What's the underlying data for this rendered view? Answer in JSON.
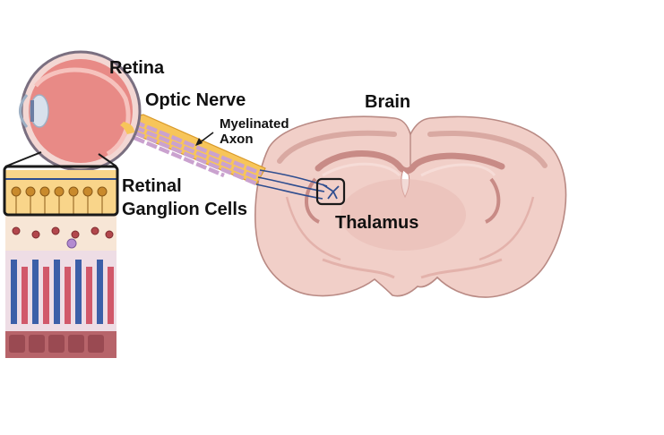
{
  "labels": {
    "retina": "Retina",
    "optic_nerve": "Optic Nerve",
    "myelinated_line1": "Myelinated",
    "myelinated_line2": "Axon",
    "brain": "Brain",
    "rgc_line1": "Retinal",
    "rgc_line2": "Ganglion Cells",
    "thalamus": "Thalamus"
  },
  "colors": {
    "brain_fill": "#f1cfc8",
    "brain_outline": "#b98a84",
    "nerve_fill": "#f7c55a",
    "axon_blue": "#2e4d8f",
    "myelin_pink": "#caa2cf",
    "eye_red": "#e88a86",
    "highlight_box": "#1a1a1a"
  }
}
